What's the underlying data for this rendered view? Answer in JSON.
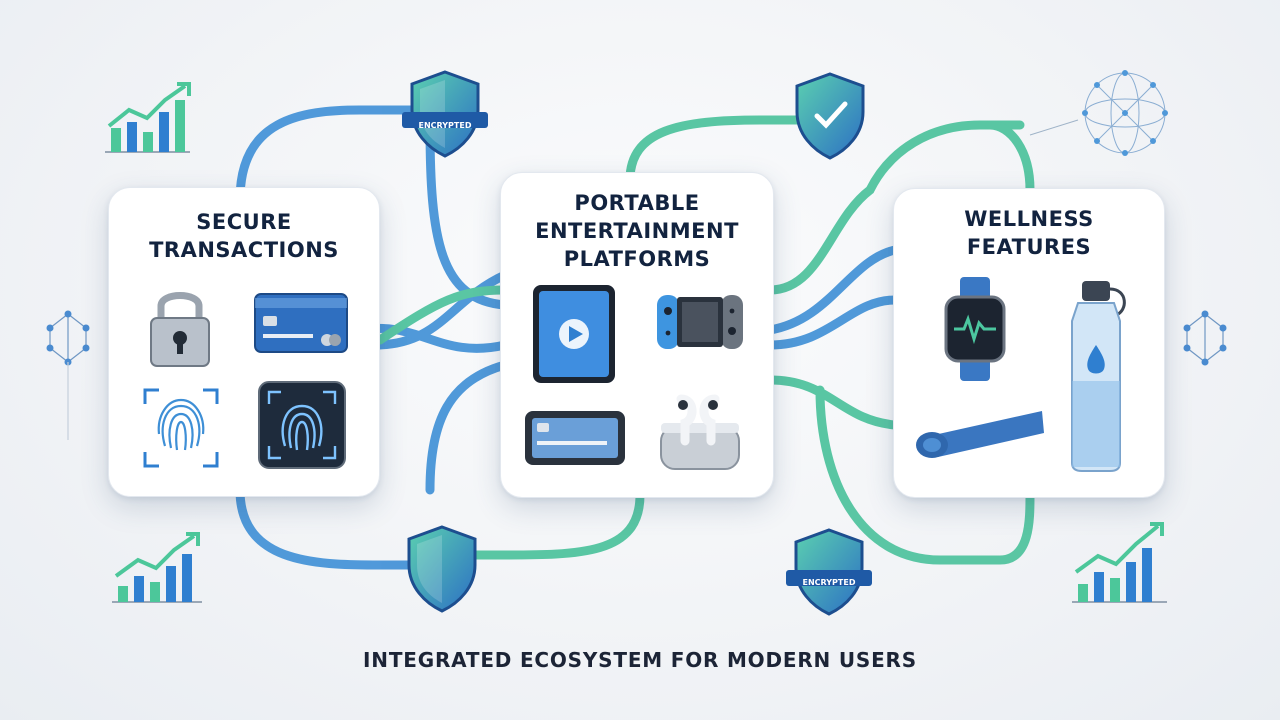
{
  "cards": {
    "secure": {
      "title_lines": [
        "SECURE",
        "TRANSACTIONS"
      ],
      "icons": [
        "padlock-icon",
        "credit-card-icon",
        "fingerprint-scan-icon",
        "fingerprint-sensor-icon"
      ]
    },
    "portable": {
      "title_lines": [
        "PORTABLE",
        "ENTERTAINMENT",
        "PLATFORMS"
      ],
      "icons": [
        "tablet-icon",
        "game-console-icon",
        "card-reader-icon",
        "earbuds-case-icon"
      ]
    },
    "wellness": {
      "title_lines": [
        "WELLNESS",
        "FEATURES"
      ],
      "icons": [
        "smartwatch-icon",
        "water-bottle-icon",
        "yoga-mat-icon"
      ]
    }
  },
  "shields": [
    {
      "position": "top-left",
      "label": "ENCRYPTED"
    },
    {
      "position": "top-right",
      "label": ""
    },
    {
      "position": "bottom-left",
      "label": ""
    },
    {
      "position": "bottom-right",
      "label": "ENCRYPTED"
    }
  ],
  "footer": {
    "title": "INTEGRATED ECOSYSTEM FOR MODERN USERS"
  },
  "colors": {
    "blue_path": "#3e8fd6",
    "green_path": "#49c19a",
    "title_text": "#12233f",
    "chart_green": "#4cc79a",
    "chart_blue": "#2f7fd0"
  }
}
